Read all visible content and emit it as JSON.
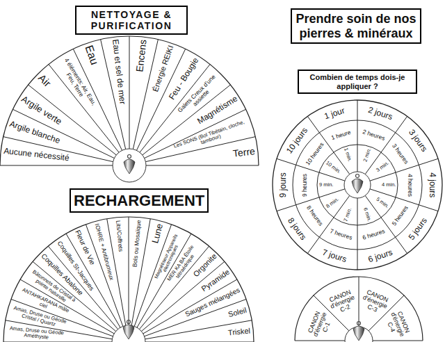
{
  "diagram": {
    "nodes": [
      {
        "text": [
          "NETTOYAGE & PURIFICATION"
        ]
      },
      {
        "text": [
          "RECHARGEMENT"
        ]
      },
      {
        "text": [
          "Prendre soin de nos pierres & minéraux"
        ]
      },
      {
        "text": [
          "Combien de temps dois-je appliquer ?"
        ]
      }
    ],
    "labels": [
      "Aucune nécessité",
      "Argile blanche",
      "Argile verte",
      "Air",
      "4 éléments: Air, Eau, Feu, Terre",
      "Eau",
      "Eau et sel de mer",
      "Encens",
      "Énergie REIKI",
      "Feu - Bougie",
      "Galets Creux d'une assiette",
      "Magnétisme",
      "Les SONS (Bol Tibétain, cloche, tambour)",
      "Terre",
      "Amas, Druse ou Géode Améthyste",
      "Amas, Druse ou Géode Cristal / Quartz",
      "ANTAHKARANA mâle ciel",
      "Bâtonnets de Cristal à pointe naturelle",
      "Coquilles Abalone",
      "Coquilles St-Jacques",
      "Fleur de Vie",
      "IOHRE + Antibrumeux",
      "Lits/Coffrets",
      "Bols ou Mosaïque",
      "Lune",
      "Magnétiseur Appareils électroniques",
      "MER KA BA Étoile tétraédrique",
      "Orgonite",
      "Pyramide",
      "Sauges mélangées",
      "Soleil",
      "Triskel",
      "1 jour",
      "2 jours",
      "3 jours",
      "4 jours",
      "5 jours",
      "6 jours",
      "7 jours",
      "8 jours",
      "9 jours",
      "10 jours",
      "1 heure",
      "2 heures",
      "3 heures",
      "4 heures",
      "5 heures",
      "6 heures",
      "7 heures",
      "8 heures",
      "9 heures",
      "10 heures",
      "1 min.",
      "2 min.",
      "3 min.",
      "4 min.",
      "5 min.",
      "6 min.",
      "7 min.",
      "8 min.",
      "9 min.",
      "10 min.",
      "CANON d'énergie C-1",
      "CANON d'énergie C-2",
      "CANON d'énergie C-3",
      "CANON d'énergie C-4"
    ]
  }
}
